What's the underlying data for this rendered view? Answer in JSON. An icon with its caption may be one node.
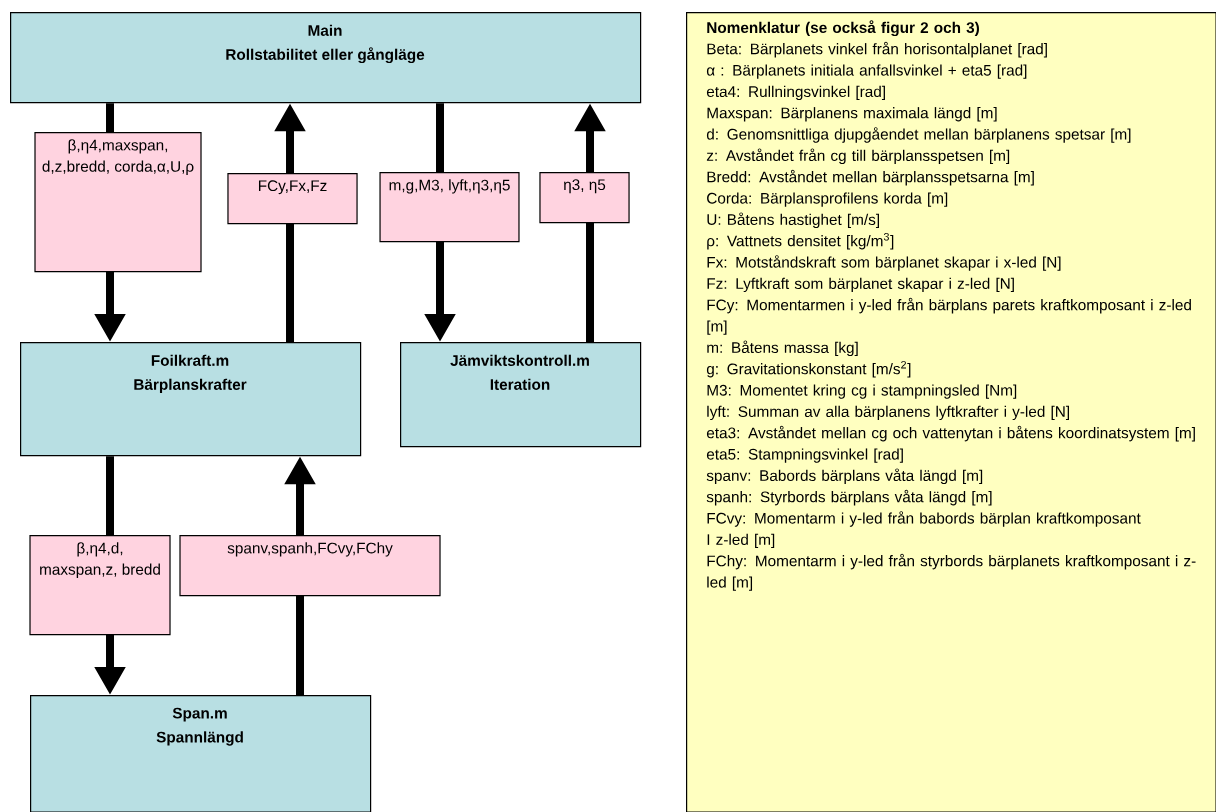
{
  "diagram": {
    "nodes": [
      {
        "text": [
          "Main",
          "Rollstabilitet eller gångläge"
        ]
      },
      {
        "text": [
          "Foilkraft.m",
          "Bärplanskrafter"
        ]
      },
      {
        "text": [
          "Jämviktskontroll.m",
          "Iteration"
        ]
      },
      {
        "text": [
          "Span.m",
          "Spannlängd"
        ]
      },
      {
        "text": [
          "Nomenklatur (se också figur 2 och 3)",
          "Beta: Bärplanets vinkel från horisontalplanet [rad]",
          "α : Bärplanets initiala anfallsvinkel + eta5 [rad]",
          "eta4: Rullningsvinkel [rad]",
          "Maxspan: Bärplanens maximala längd [m]",
          "d: Genomsnittliga djupgåendet mellan bärplanens spetsar [m]",
          "z: Avståndet från cg till bärplansspetsen [m]",
          "Bredd: Avståndet mellan bärplansspetsarna [m]",
          "Corda: Bärplansprofilens korda [m]",
          "U: Båtens hastighet [m/s]",
          "ρ: Vattnets densitet [kg/m$^{3}$]",
          "Fx: Motståndskraft som bärplanet skapar i x-led [N]",
          "Fz: Lyftkraft som bärplanet skapar i z-led [N]",
          "FCy: Momentarmen i y-led från bärplans parets kraftkomposant i z-led [m]",
          "m: Båtens massa [kg]",
          "g: Gravitationskonstant [m/s$^{2}$]",
          "M3: Momentet kring cg i stampningsled [Nm]",
          "lyft: Summan av alla bärplanens lyftkrafter i y-led [N]",
          "eta3: Avståndet mellan cg och vattenytan i båtens koordinatsystem [m]",
          "eta5: Stampningsvinkel [rad]",
          "spanv: Babords bärplans våta längd [m]",
          "spanh: Styrbords bärplans våta längd [m]",
          "FCvy: Momentarm i y-led från babords bärplan kraftkomposant",
          "I z-led [m]",
          "FChy: Momentarm i y-led från styrbords bärplanets kraftkomposant i z-led [m]"
        ]
      }
    ],
    "edges": [
      {
        "from": 0,
        "to": 1,
        "arrow": "to",
        "label": "β,η4,maxspan, d,z,bredd, corda,α,U,ρ"
      },
      {
        "from": 1,
        "to": 0,
        "arrow": "to",
        "label": "FCy,Fx,Fz"
      },
      {
        "from": 0,
        "to": 2,
        "arrow": "to",
        "label": "m,g,M3, lyft,η3,η5"
      },
      {
        "from": 2,
        "to": 0,
        "arrow": "to",
        "label": "η3, η5"
      },
      {
        "from": 1,
        "to": 3,
        "arrow": "to",
        "label": "β,η4,d, maxspan,z, bredd"
      },
      {
        "from": 3,
        "to": 1,
        "arrow": "to",
        "label": "spanv,spanh,FCvy,FChy"
      }
    ]
  }
}
